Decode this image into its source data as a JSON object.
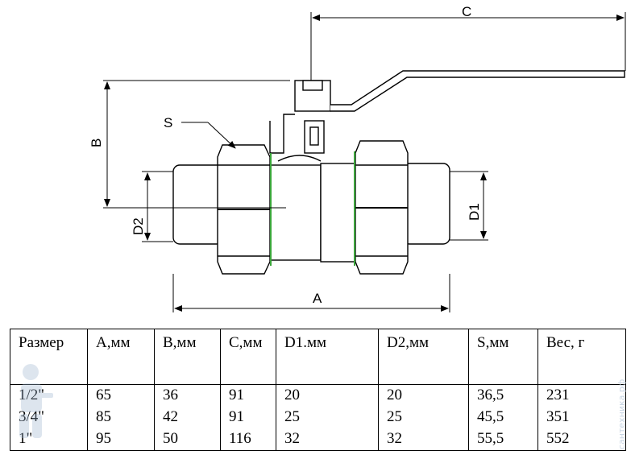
{
  "dimensions": {
    "A": "A",
    "B": "B",
    "C": "C",
    "D1": "D1",
    "D2": "D2",
    "S": "S"
  },
  "table": {
    "headers": [
      "Размер",
      "A,мм",
      "B,мм",
      "C,мм",
      "D1.мм",
      "D2,мм",
      "S,мм",
      "Вес, г"
    ],
    "rows": [
      [
        "1/2\"",
        "65",
        "36",
        "91",
        "20",
        "20",
        "36,5",
        "231"
      ],
      [
        "3/4\"",
        "85",
        "42",
        "91",
        "25",
        "25",
        "45,5",
        "351"
      ],
      [
        "1\"",
        "95",
        "50",
        "116",
        "32",
        "32",
        "55,5",
        "552"
      ]
    ]
  },
  "watermark": {
    "text": "сантехника.рф",
    "logo_icon": "plumber-mascot-icon"
  },
  "colors": {
    "line": "#000000",
    "gasket": "#3aa53a",
    "watermark": "#c9d6e4"
  }
}
